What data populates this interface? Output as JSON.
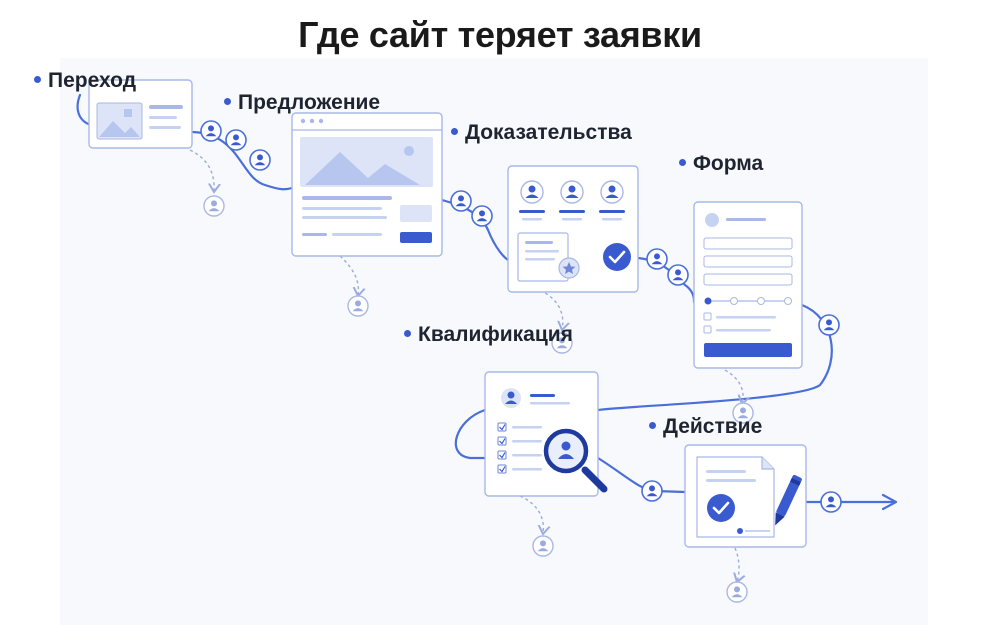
{
  "title": "Где сайт теряет заявки",
  "steps": [
    {
      "label": "Переход"
    },
    {
      "label": "Предложение"
    },
    {
      "label": "Доказательства"
    },
    {
      "label": "Форма"
    },
    {
      "label": "Квалификация"
    },
    {
      "label": "Действие"
    }
  ],
  "colors": {
    "accent": "#3a5bd0",
    "line": "#4a6fd8",
    "card_border": "#a9b8e6",
    "light_fill": "#dde4f7",
    "drop": "#9aacdf"
  }
}
